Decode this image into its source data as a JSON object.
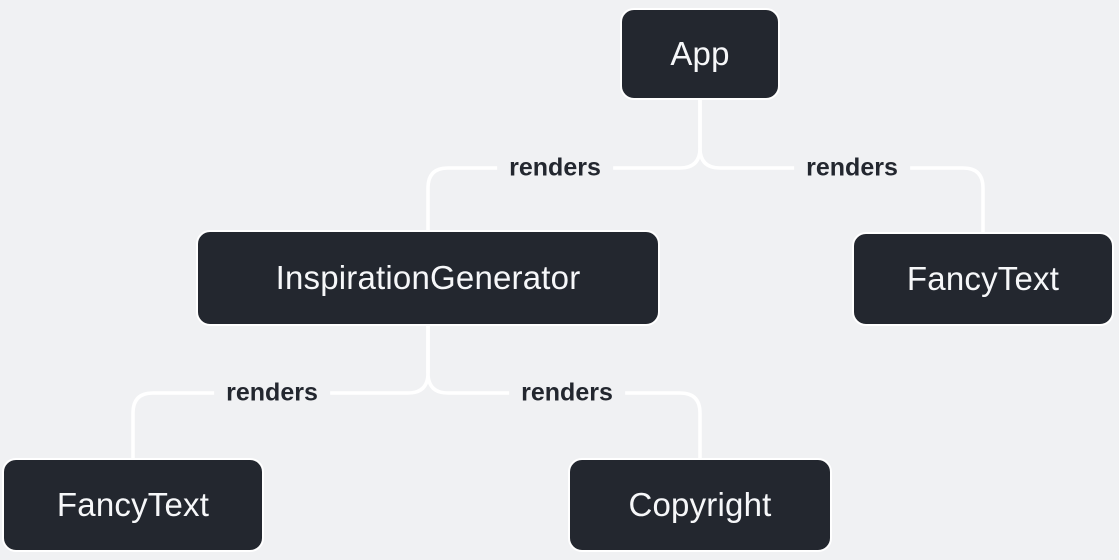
{
  "style": {
    "canvas_bg": "#f0f1f3",
    "node_bg": "#23272f",
    "node_border": "#ffffff",
    "node_text": "#f6f7f9",
    "edge_line": "#ffffff",
    "edge_label_color": "#23272f"
  },
  "diagram": {
    "nodes": [
      {
        "id": "app",
        "label": "App"
      },
      {
        "id": "inspiration-generator",
        "label": "InspirationGenerator"
      },
      {
        "id": "fancy-text-top",
        "label": "FancyText"
      },
      {
        "id": "fancy-text-bottom",
        "label": "FancyText"
      },
      {
        "id": "copyright",
        "label": "Copyright"
      }
    ],
    "edges": [
      {
        "from": "app",
        "to": "inspiration-generator",
        "label": "renders"
      },
      {
        "from": "app",
        "to": "fancy-text-top",
        "label": "renders"
      },
      {
        "from": "inspiration-generator",
        "to": "fancy-text-bottom",
        "label": "renders"
      },
      {
        "from": "inspiration-generator",
        "to": "copyright",
        "label": "renders"
      }
    ]
  }
}
